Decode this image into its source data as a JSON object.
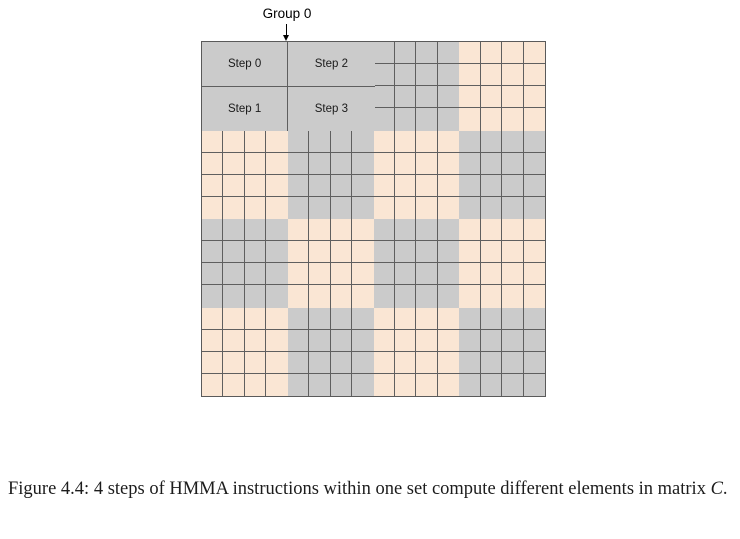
{
  "figure": {
    "annotation_label": "Group 0",
    "arrow_icon": "down-arrow-icon",
    "caption_prefix": "Figure 4.4:",
    "caption_body": " 4 steps of HMMA instructions within one set compute different elements in matrix ",
    "caption_var": "C",
    "caption_suffix": "."
  },
  "matrix": {
    "rows": 16,
    "cols": 16,
    "block_size": 4,
    "colors": {
      "peach": "#fae6d4",
      "gray": "#cbcbcb",
      "gridline": "#5f5f5f",
      "border": "#5a5a5a"
    },
    "quadrant_pattern": [
      [
        "gray",
        "peach",
        "gray",
        "peach"
      ],
      [
        "peach",
        "gray",
        "peach",
        "gray"
      ],
      [
        "gray",
        "peach",
        "gray",
        "peach"
      ],
      [
        "peach",
        "gray",
        "peach",
        "gray"
      ]
    ]
  },
  "steps": [
    {
      "label": "Step 0",
      "row": 0,
      "col": 0
    },
    {
      "label": "Step 2",
      "row": 0,
      "col": 1
    },
    {
      "label": "Step 1",
      "row": 1,
      "col": 0
    },
    {
      "label": "Step 3",
      "row": 1,
      "col": 1
    }
  ],
  "chart_data": {
    "type": "heatmap",
    "title": "4 steps of HMMA instructions within one set compute different elements in matrix C",
    "xlabel": "",
    "ylabel": "",
    "rows": 16,
    "cols": 16,
    "legend": [
      "Step 0",
      "Step 1",
      "Step 2",
      "Step 3"
    ],
    "annotations": [
      "Group 0"
    ],
    "categories": [
      "gray",
      "peach"
    ],
    "values": [
      [
        1,
        1,
        1,
        1,
        1,
        1,
        1,
        1,
        0,
        0,
        0,
        0,
        0,
        0,
        0,
        0
      ],
      [
        1,
        1,
        1,
        1,
        1,
        1,
        1,
        1,
        0,
        0,
        0,
        0,
        0,
        0,
        0,
        0
      ],
      [
        1,
        1,
        1,
        1,
        1,
        1,
        1,
        1,
        0,
        0,
        0,
        0,
        0,
        0,
        0,
        0
      ],
      [
        1,
        1,
        1,
        1,
        1,
        1,
        1,
        1,
        0,
        0,
        0,
        0,
        0,
        0,
        0,
        0
      ],
      [
        0,
        0,
        0,
        0,
        0,
        0,
        0,
        0,
        1,
        1,
        1,
        1,
        1,
        1,
        1,
        1
      ],
      [
        0,
        0,
        0,
        0,
        0,
        0,
        0,
        0,
        1,
        1,
        1,
        1,
        1,
        1,
        1,
        1
      ],
      [
        0,
        0,
        0,
        0,
        0,
        0,
        0,
        0,
        1,
        1,
        1,
        1,
        1,
        1,
        1,
        1
      ],
      [
        0,
        0,
        0,
        0,
        0,
        0,
        0,
        0,
        1,
        1,
        1,
        1,
        1,
        1,
        1,
        1
      ],
      [
        1,
        1,
        1,
        1,
        1,
        1,
        1,
        1,
        0,
        0,
        0,
        0,
        0,
        0,
        0,
        0
      ],
      [
        1,
        1,
        1,
        1,
        1,
        1,
        1,
        1,
        0,
        0,
        0,
        0,
        0,
        0,
        0,
        0
      ],
      [
        1,
        1,
        1,
        1,
        1,
        1,
        1,
        1,
        0,
        0,
        0,
        0,
        0,
        0,
        0,
        0
      ],
      [
        1,
        1,
        1,
        1,
        1,
        1,
        1,
        1,
        0,
        0,
        0,
        0,
        0,
        0,
        0,
        0
      ],
      [
        0,
        0,
        0,
        0,
        0,
        0,
        0,
        0,
        1,
        1,
        1,
        1,
        1,
        1,
        1,
        1
      ],
      [
        0,
        0,
        0,
        0,
        0,
        0,
        0,
        0,
        1,
        1,
        1,
        1,
        1,
        1,
        1,
        1
      ],
      [
        0,
        0,
        0,
        0,
        0,
        0,
        0,
        0,
        1,
        1,
        1,
        1,
        1,
        1,
        1,
        1
      ],
      [
        0,
        0,
        0,
        0,
        0,
        0,
        0,
        0,
        1,
        1,
        1,
        1,
        1,
        1,
        1,
        1
      ]
    ]
  }
}
